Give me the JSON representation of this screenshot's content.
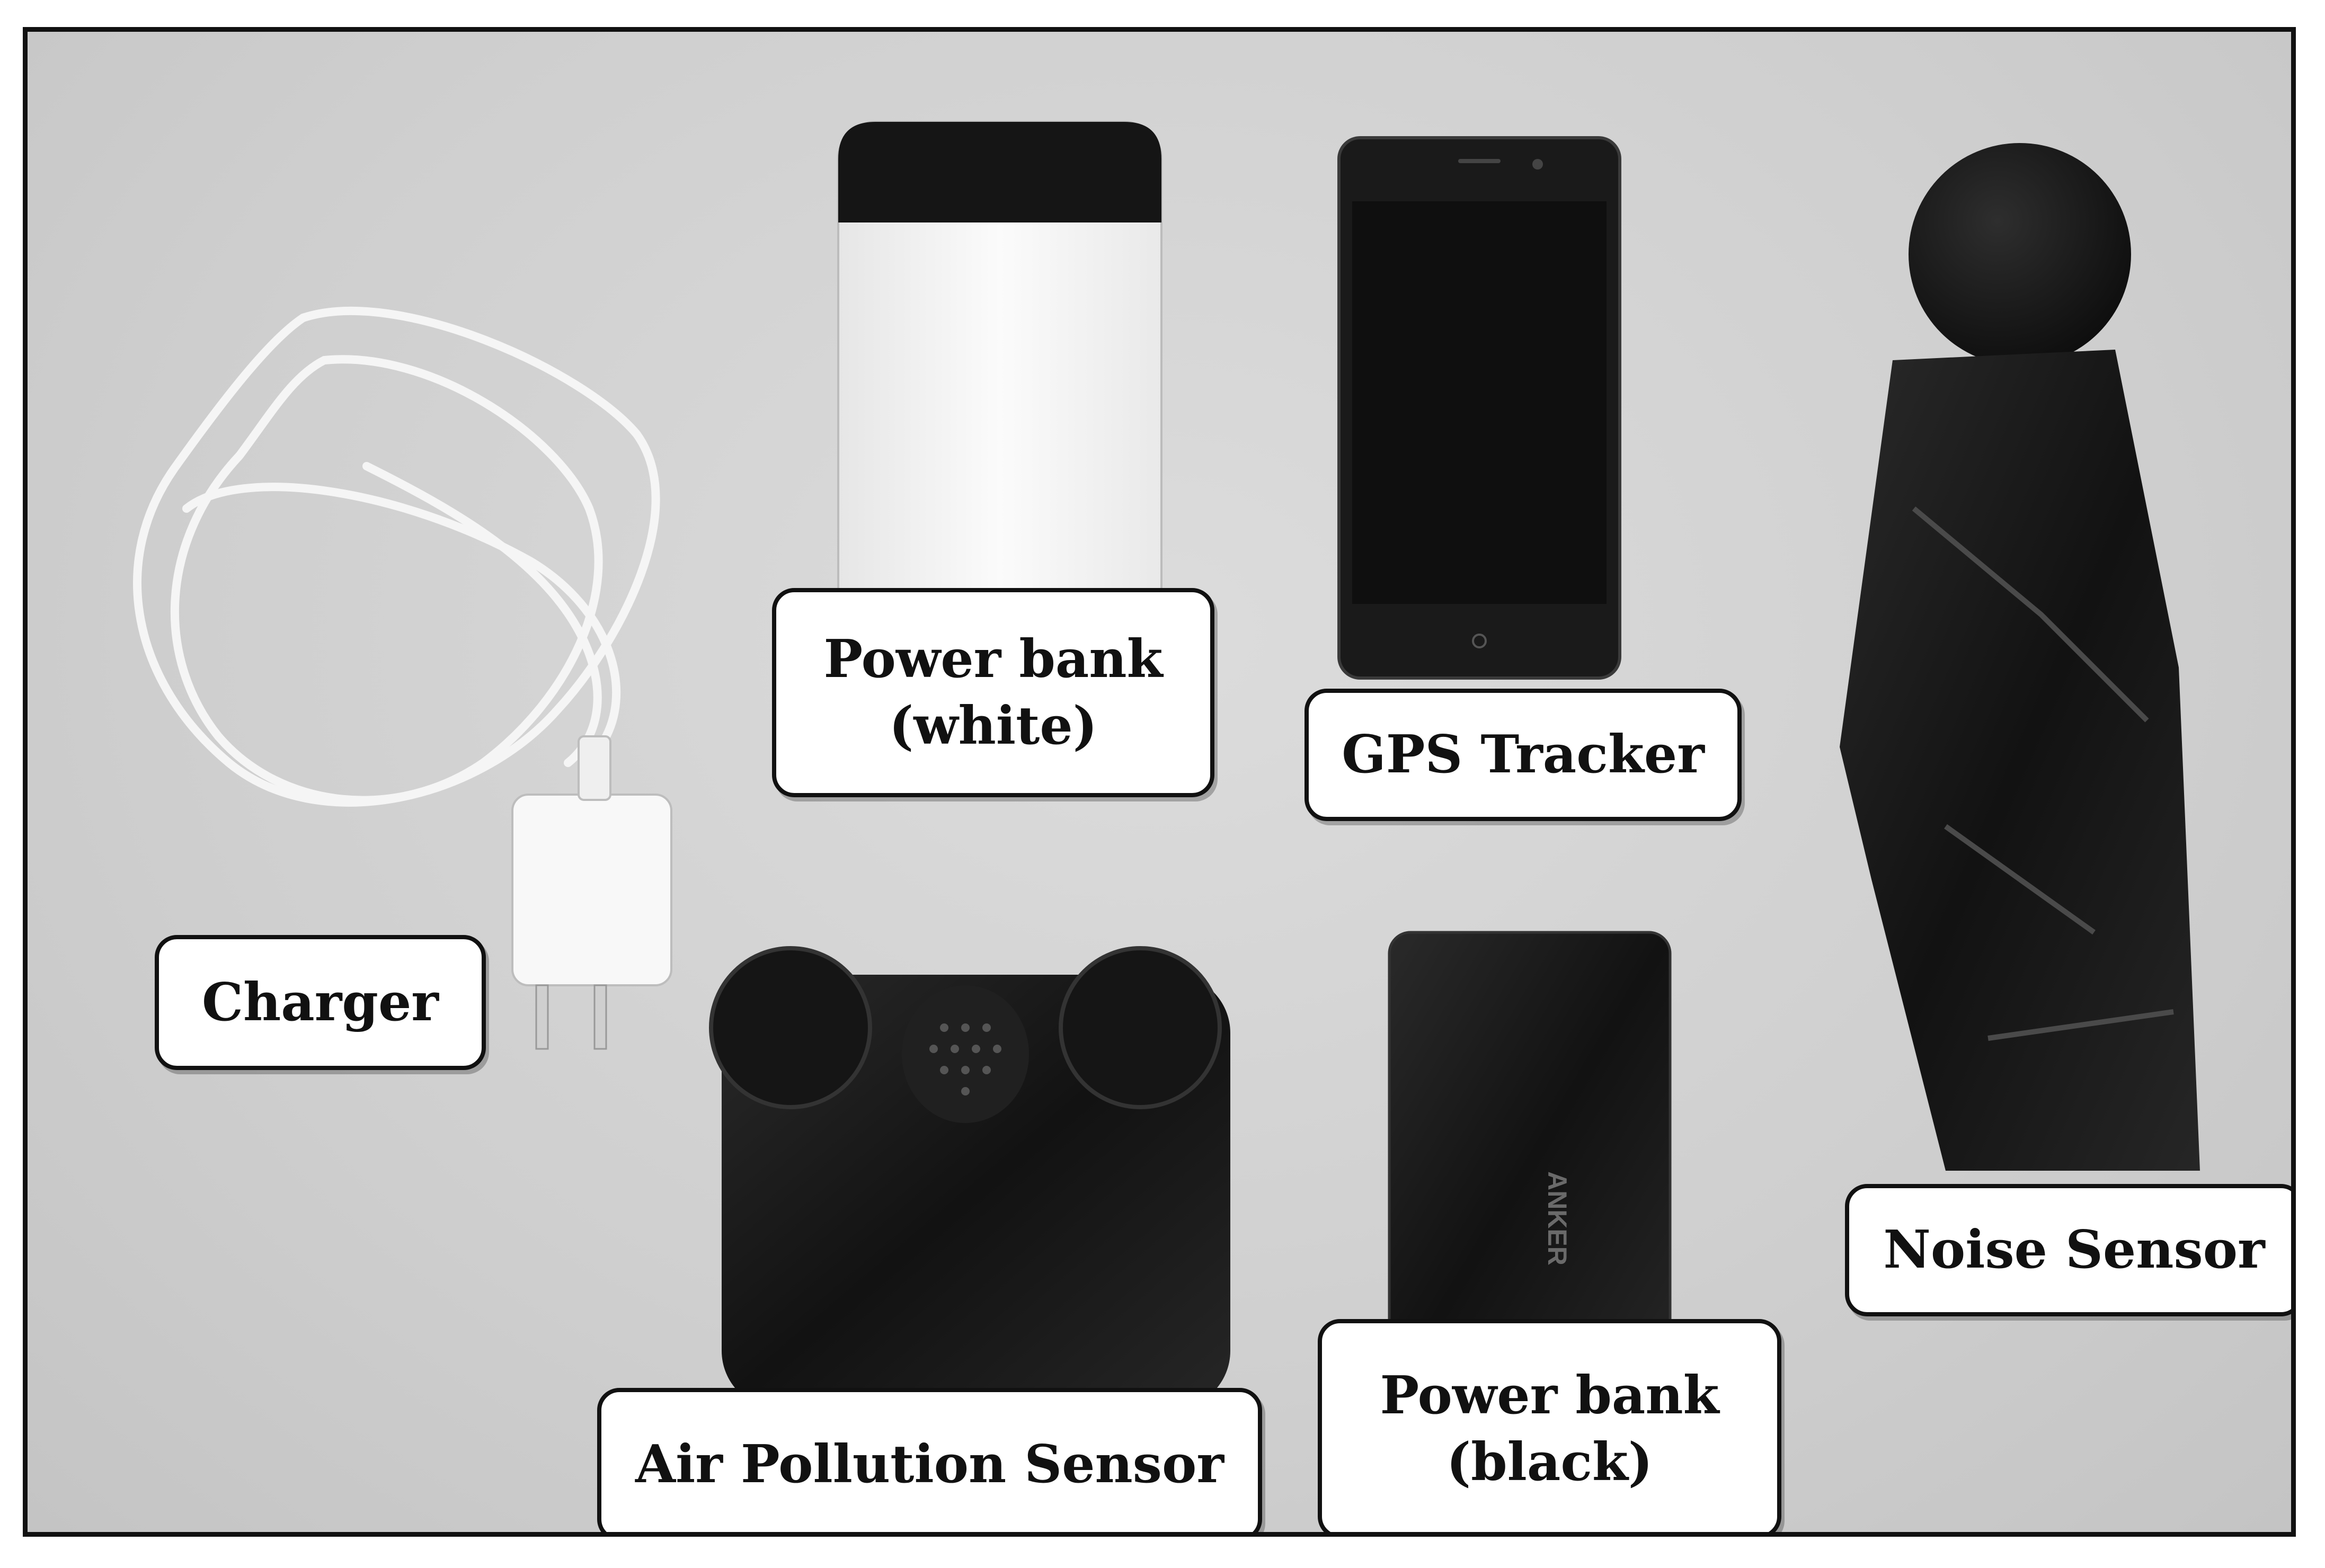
{
  "labels": {
    "charger": "Charger",
    "power_bank_white_line1": "Power bank",
    "power_bank_white_line2": "(white)",
    "gps_tracker": "GPS Tracker",
    "noise_sensor": "Noise Sensor",
    "air_pollution_sensor": "Air Pollution Sensor",
    "power_bank_black_line1": "Power bank",
    "power_bank_black_line2": "(black)"
  },
  "device_text": {
    "anker_brand": "ANKER"
  },
  "colors": {
    "background_surface": "#d3d3d3",
    "device_black": "#1b1b1b",
    "device_white": "#f7f7f7",
    "frame_border": "#111111"
  }
}
